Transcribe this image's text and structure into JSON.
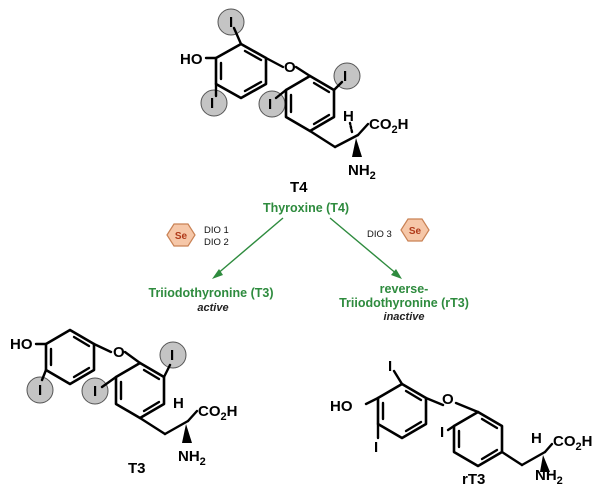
{
  "molecules": {
    "t4": {
      "label": "T4"
    },
    "t3": {
      "label": "T3"
    },
    "rt3": {
      "label": "rT3"
    }
  },
  "atoms": {
    "iodine": "I",
    "hydroxyl": "HO",
    "oxygen": "O",
    "hydrogen": "H",
    "carboxyl_main": "CO",
    "carboxyl_sub": "2",
    "carboxyl_h": "H",
    "amine_main": "NH",
    "amine_sub": "2"
  },
  "pathway": {
    "source": "Thyroxine (T4)",
    "left_enzymes": [
      "DIO 1",
      "DIO 2"
    ],
    "right_enzyme": "DIO 3",
    "cofactor": "Se",
    "product_left": {
      "name": "Triiodothyronine (T3)",
      "state": "active"
    },
    "product_right": {
      "name_line1": "reverse-",
      "name_line2": "Triiodothyronine (rT3)",
      "state": "inactive"
    }
  },
  "colors": {
    "pathway_text": "#2e8b3e",
    "iodine_highlight": "#c4c4c4",
    "selenium_badge": "#f6c7a8"
  }
}
